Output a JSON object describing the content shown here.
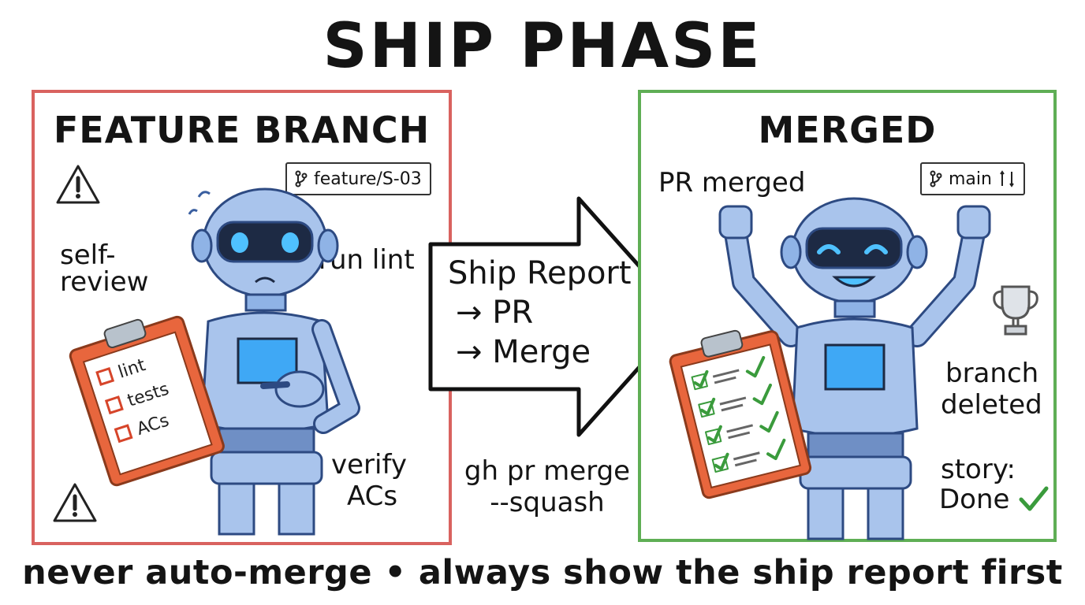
{
  "title": "SHIP PHASE",
  "left_panel": {
    "title": "FEATURE BRANCH",
    "branch": "feature/S-03",
    "labels": {
      "self_review_1": "self-",
      "self_review_2": "review",
      "run_lint": "run lint",
      "verify_1": "verify",
      "verify_2": "ACs"
    },
    "checklist": [
      "lint",
      "tests",
      "ACs"
    ]
  },
  "arrow": {
    "line1": "Ship Report",
    "line2": "→ PR",
    "line3": "→ Merge"
  },
  "command": {
    "line1": "gh pr merge",
    "line2": "--squash"
  },
  "right_panel": {
    "title": "MERGED",
    "branch": "main",
    "labels": {
      "pr_merged": "PR merged",
      "branch_deleted_1": "branch",
      "branch_deleted_2": "deleted",
      "story_1": "story:",
      "story_2": "Done"
    }
  },
  "footer": "never auto-merge • always show the ship report first",
  "colors": {
    "left_border": "#d9625f",
    "right_border": "#5fae55",
    "check_green": "#3a9b3c",
    "clipboard": "#e8663d",
    "robot_blue": "#8fb3e6",
    "screen_blue": "#3fa8f5"
  },
  "icons": [
    "warning-icon",
    "git-branch-icon",
    "git-pull-request-icon",
    "trophy-icon",
    "checkmark-icon",
    "clipboard-icon",
    "robot-illustration",
    "arrow-icon"
  ]
}
